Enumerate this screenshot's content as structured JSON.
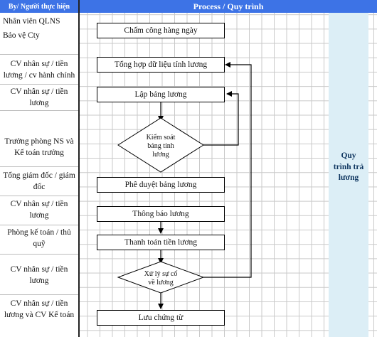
{
  "header": {
    "actor_col": "By/ Người thực hiện",
    "process_col": "Process / Quy trình"
  },
  "actors": [
    {
      "line1": "Nhân viên QLNS",
      "line2": "Bảo vệ Cty"
    },
    {
      "line1": "CV nhân sự / tiền",
      "line2": "lương / cv hành chính"
    },
    {
      "line1": "CV nhân sự / tiền",
      "line2": "lương"
    },
    {
      "line1": "Trưởng phòng NS và",
      "line2": "Kế toán trưởng"
    },
    {
      "line1": "Tổng giám đốc / giám",
      "line2": "đốc"
    },
    {
      "line1": "CV nhân sự / tiền",
      "line2": "lương"
    },
    {
      "line1": "Phòng kế toán / thủ",
      "line2": "quỹ"
    },
    {
      "line1": "CV nhân sự / tiền",
      "line2": "lương"
    },
    {
      "line1": "CV nhân sự / tiền",
      "line2": "lương và CV Kế toán"
    }
  ],
  "steps": {
    "cham_cong": "Chấm công hàng ngày",
    "tong_hop": "Tổng hợp dữ liệu tính lương",
    "lap_bang": "Lập bảng lương",
    "kiem_soat": {
      "l1": "Kiểm soát",
      "l2": "bảng tính",
      "l3": "lương"
    },
    "phe_duyet": "Phê duyệt bảng lương",
    "thong_bao": "Thông báo lương",
    "thanh_toan": "Thanh toán tiền lương",
    "xu_ly": {
      "l1": "Xử lý sự cố",
      "l2": "về lương"
    },
    "luu_chung_tu": "Lưu chứng từ"
  },
  "side_label": {
    "l1": "Quy",
    "l2": "trình trả",
    "l3": "lương"
  },
  "colors": {
    "header": "#3d73e6",
    "band": "#dceef6",
    "band_text": "#0f3660"
  }
}
